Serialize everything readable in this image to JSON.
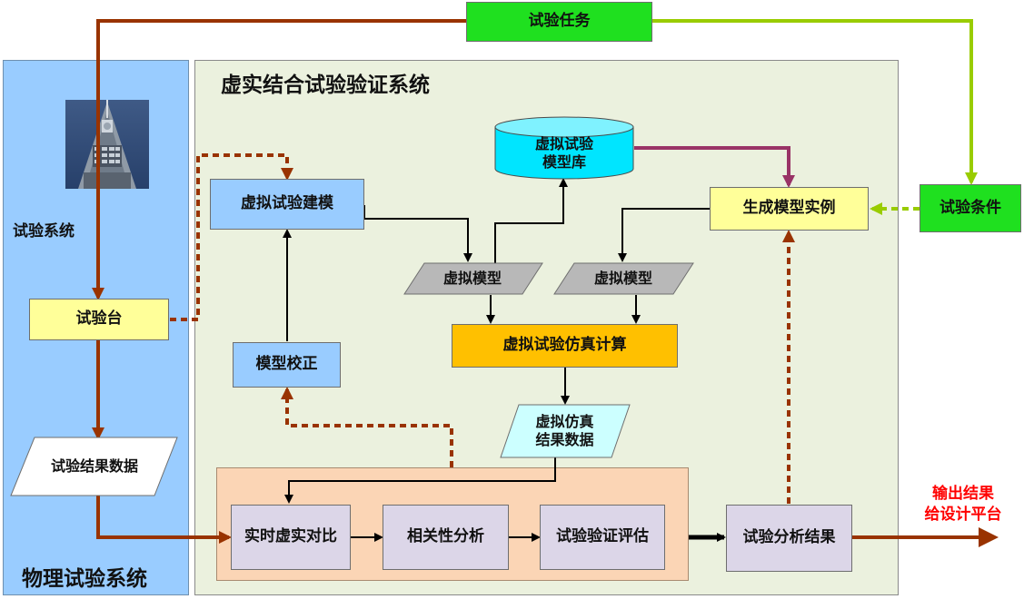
{
  "top": {
    "test_task": "试验任务",
    "test_conditions": "试验条件"
  },
  "physical": {
    "panel_title": "物理试验系统",
    "test_system_label": "试验系统",
    "test_bench": "试验台",
    "test_result_data": "试验结果数据"
  },
  "virtual": {
    "panel_title": "虚实结合试验验证系统",
    "modeling": "虚拟试验建模",
    "model_library": [
      "虚拟试验",
      "模型库"
    ],
    "generate_instance": "生成模型实例",
    "virtual_model_left": "虚拟模型",
    "virtual_model_right": "虚拟模型",
    "simulation": "虚拟试验仿真计算",
    "model_calibration": "模型校正",
    "sim_result_data": [
      "虚拟仿真",
      "结果数据"
    ],
    "realtime_compare": "实时虚实对比",
    "correlation": "相关性分析",
    "verification": "试验验证评估",
    "analysis_result": "试验分析结果"
  },
  "output": {
    "line1": "输出结果",
    "line2": "给设计平台"
  },
  "colors": {
    "green_box": "#1fe01f",
    "yellow_box": "#ffff99",
    "blue_box": "#99ccff",
    "orange_box": "#ffc000",
    "cyan_shape": "#00e5ff",
    "gray_shape": "#b8b8b8",
    "lavender_box": "#dcd6e8",
    "brown_line": "#993300",
    "lime_line": "#99cc00",
    "purple_line": "#993366",
    "output_text": "#ff0000"
  }
}
